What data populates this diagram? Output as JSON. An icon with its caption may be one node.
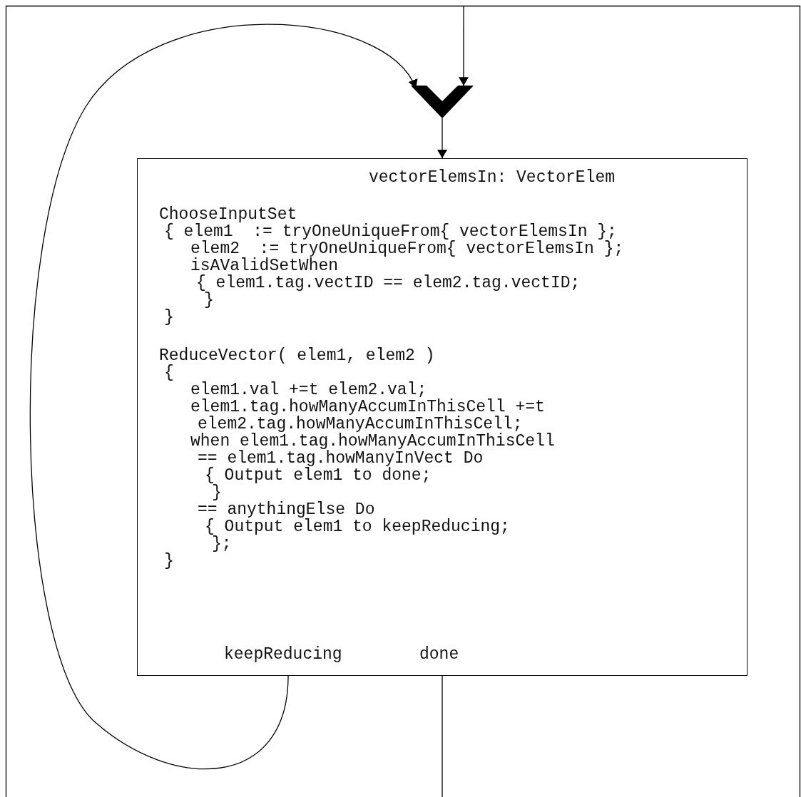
{
  "diagram": {
    "nodes": [
      {
        "text": [],
        "shape": "chevron"
      },
      {
        "text": [
          "vectorElemsIn: VectorElem",
          "ChooseInputSet",
          "{ elem1  := tryOneUniqueFrom{ vectorElemsIn };",
          "elem2  := tryOneUniqueFrom{ vectorElemsIn };",
          "isAValidSetWhen",
          "{ elem1.tag.vectID == elem2.tag.vectID;",
          "}",
          "}",
          "ReduceVector( elem1, elem2 )",
          "{",
          "elem1.val +=t elem2.val;",
          "elem1.tag.howManyAccumInThisCell +=t",
          "elem2.tag.howManyAccumInThisCell;",
          "when elem1.tag.howManyAccumInThisCell",
          "== elem1.tag.howManyInVect Do",
          "{ Output elem1 to done;",
          "}",
          "== anythingElse Do",
          "{ Output elem1 to keepReducing;",
          "};",
          "}",
          "keepReducing",
          "done"
        ]
      }
    ],
    "edges": [
      {
        "from": null,
        "to": 0,
        "arrow": "to"
      },
      {
        "from": 1,
        "to": 0,
        "arrow": "to"
      },
      {
        "from": 0,
        "to": 1,
        "arrow": "to"
      },
      {
        "from": 1,
        "to": null,
        "arrow": "none"
      }
    ]
  }
}
